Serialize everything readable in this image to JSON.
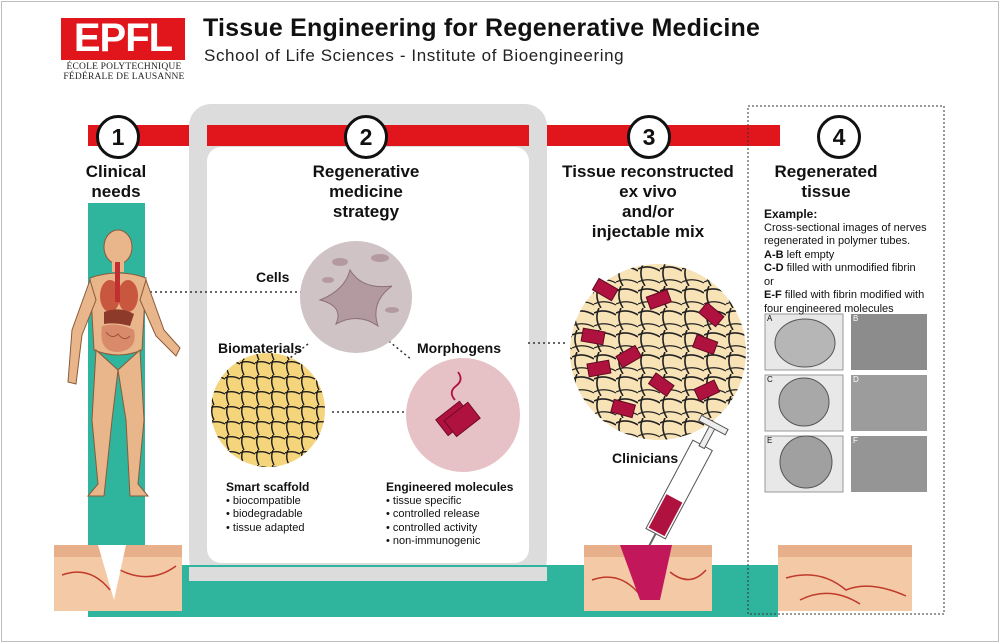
{
  "logo": {
    "mark": "EPFL",
    "line1": "ÉCOLE POLYTECHNIQUE",
    "line2": "FÉDÉRALE DE LAUSANNE"
  },
  "header": {
    "title": "Tissue Engineering for Regenerative Medicine",
    "subtitle": "School of Life Sciences - Institute of Bioengineering"
  },
  "steps": [
    {
      "number": "1",
      "lines": [
        "Clinical",
        "needs"
      ]
    },
    {
      "number": "2",
      "lines": [
        "Regenerative",
        "medicine",
        "strategy"
      ]
    },
    {
      "number": "3",
      "lines": [
        "Tissue reconstructed",
        "ex vivo",
        "and/or",
        "injectable mix"
      ]
    },
    {
      "number": "4",
      "lines": [
        "Regenerated",
        "tissue"
      ]
    }
  ],
  "strategy": {
    "cells_label": "Cells",
    "biomaterials_label": "Biomaterials",
    "morphogens_label": "Morphogens",
    "scaffold": {
      "title": "Smart scaffold",
      "items": [
        "biocompatible",
        "biodegradable",
        "tissue adapted"
      ]
    },
    "molecules": {
      "title": "Engineered molecules",
      "items": [
        "tissue specific",
        "controlled release",
        "controlled activity",
        "non-immunogenic"
      ]
    }
  },
  "clinicians_label": "Clinicians",
  "example": {
    "heading": "Example:",
    "intro": "Cross-sectional images of nerves regenerated in polymer tubes.",
    "ab_key": "A-B",
    "ab_text": "left empty",
    "cd_key": "C-D",
    "cd_text": "filled with unmodified fibrin",
    "or_text": "or",
    "ef_key": "E-F",
    "ef_text": "filled with fibrin modified with four engineered molecules",
    "panel_letters": [
      "A",
      "B",
      "C",
      "D",
      "E",
      "F"
    ]
  },
  "colors": {
    "red": "#e1161c",
    "teal": "#2fb49e",
    "panel_gray": "#dcdcdc",
    "crimson": "#b0123f",
    "pink": "#e6c2c6"
  }
}
